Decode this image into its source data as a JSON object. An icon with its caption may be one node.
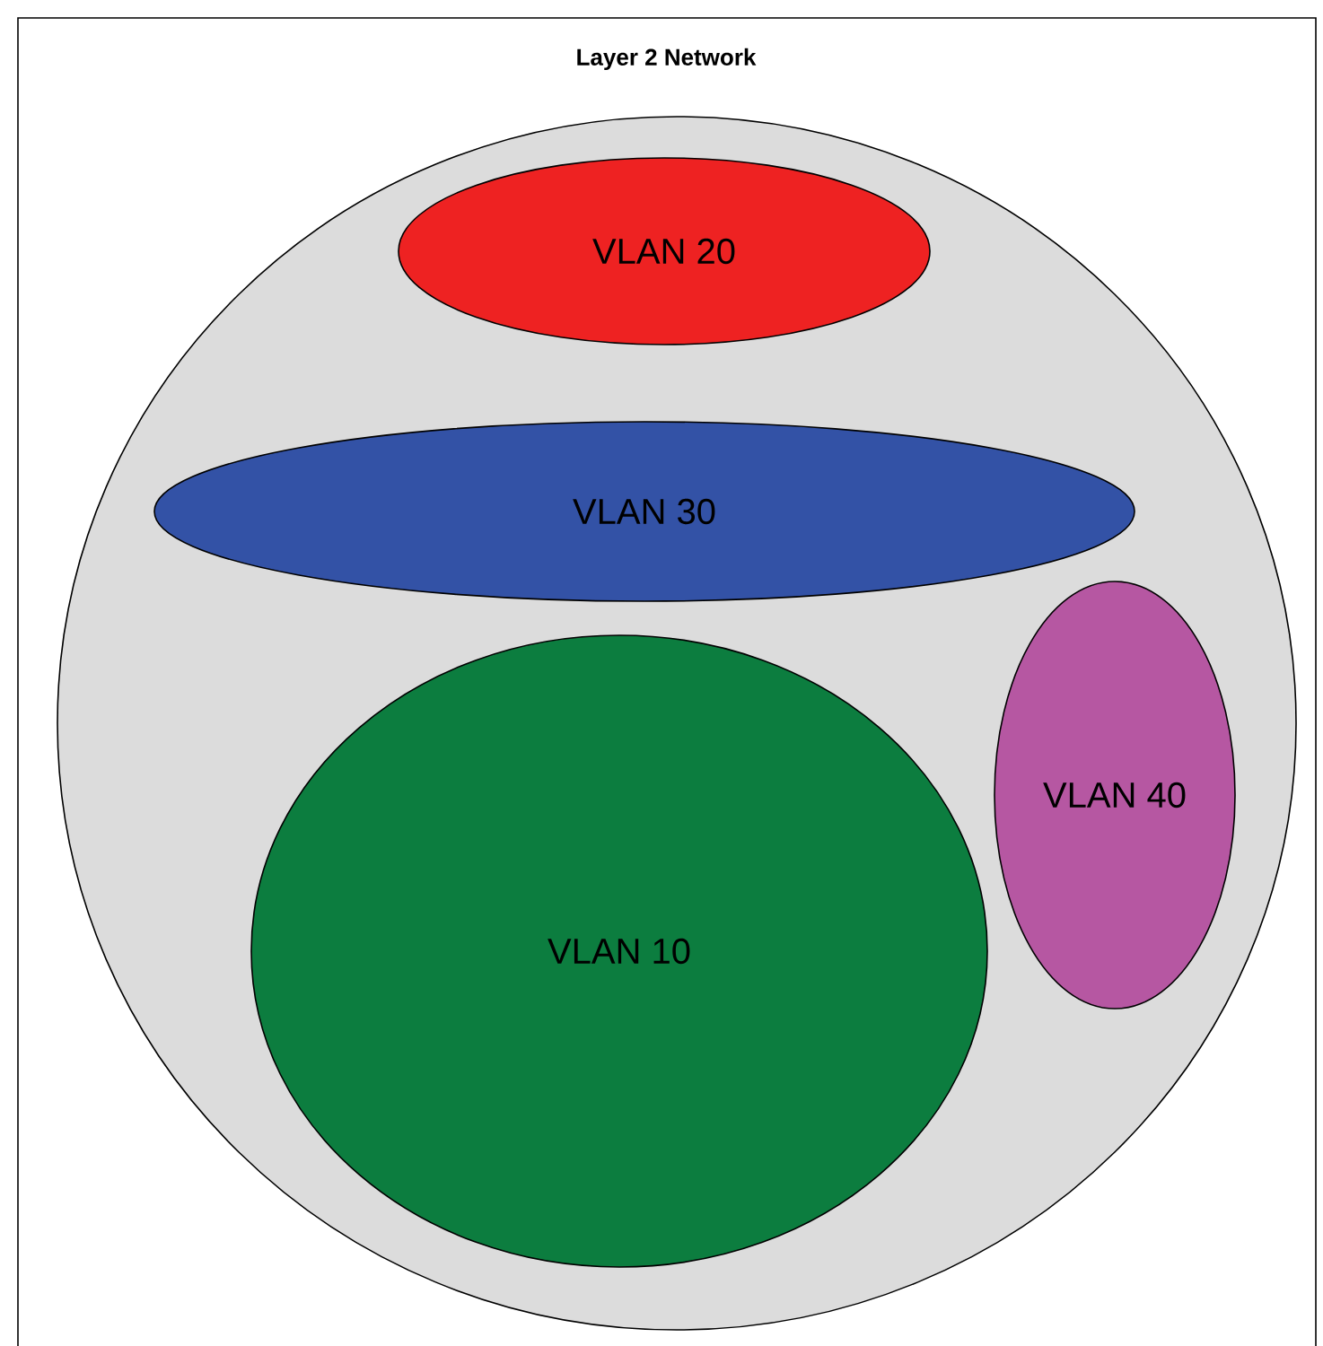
{
  "diagram": {
    "title": "Layer 2 Network",
    "nodes": [
      {
        "text": [],
        "shape": "circle"
      },
      {
        "text": [
          "VLAN 20"
        ],
        "in": 0
      },
      {
        "text": [
          "VLAN 30"
        ],
        "in": 0
      },
      {
        "text": [
          "VLAN 10"
        ],
        "in": 0
      },
      {
        "text": [
          "VLAN 40"
        ],
        "in": 0
      }
    ]
  }
}
